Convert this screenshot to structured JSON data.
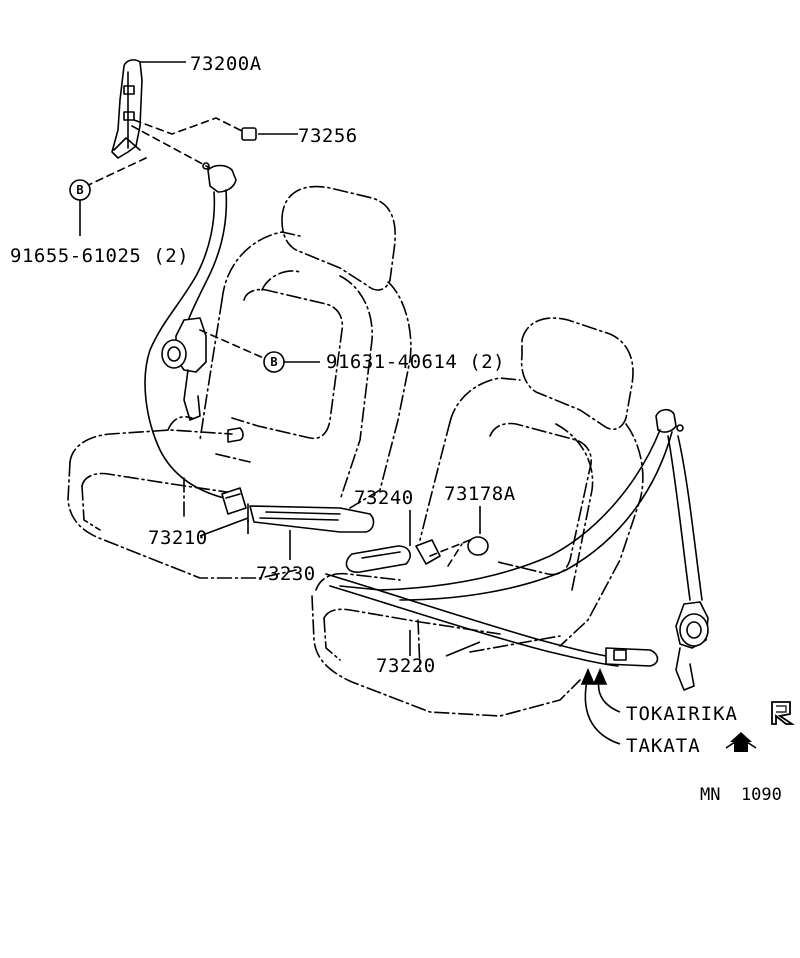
{
  "labels": {
    "retractor_assy": "73200A",
    "cover": "73256",
    "bolt_upper": "91655-61025 (2)",
    "bolt_lower": "91631-40614 (2)",
    "buckle_front": "73210",
    "buckle_rear": "73230",
    "belt_inner": "73240",
    "clip": "73178A",
    "rear_belt": "73220"
  },
  "callouts": {
    "upper": "B",
    "lower": "B"
  },
  "brands": {
    "tokairika": "TOKAIRIKA",
    "takata": "TAKATA"
  },
  "diagram_code": "MN  1090"
}
